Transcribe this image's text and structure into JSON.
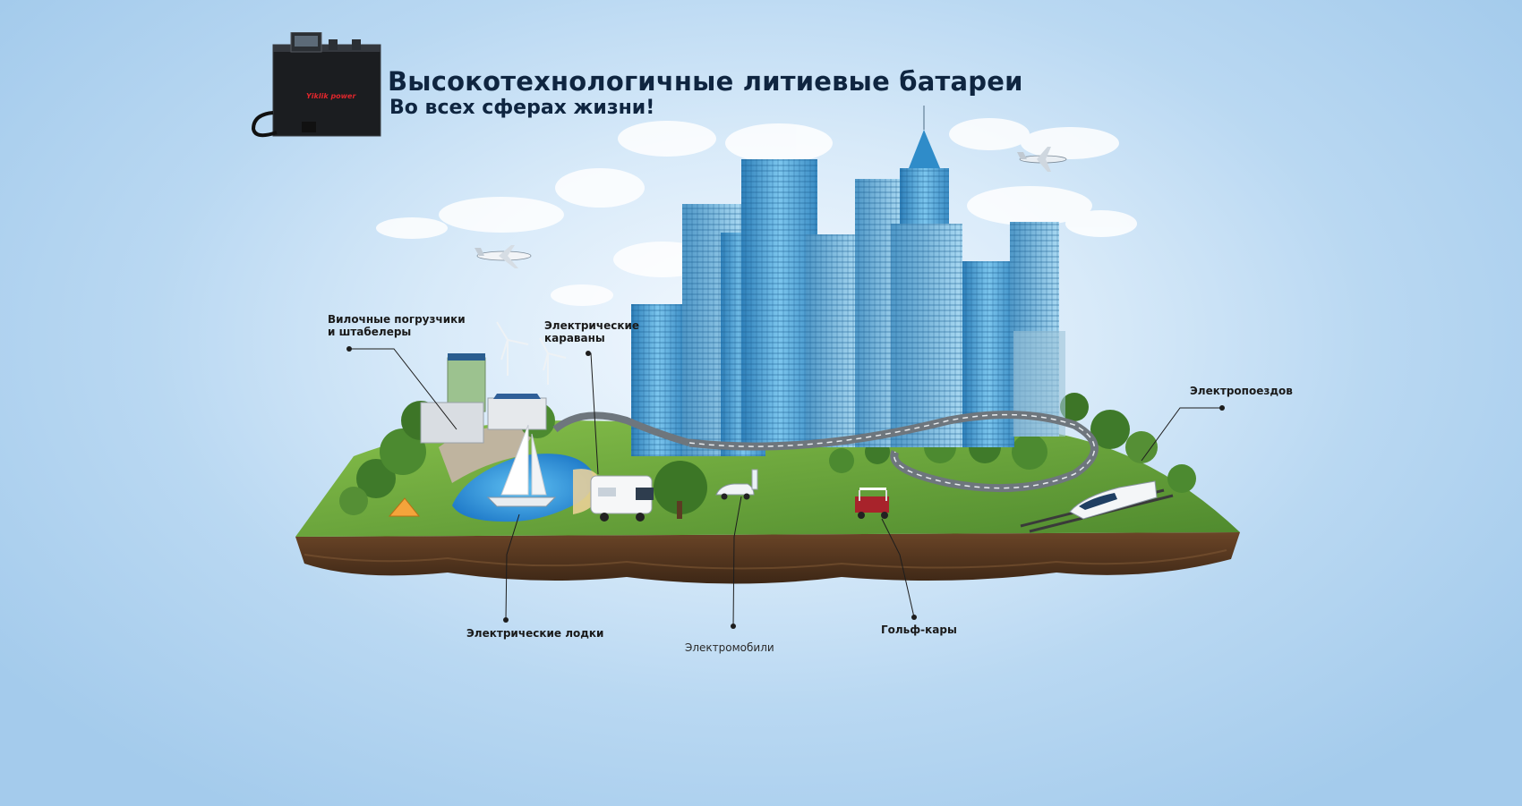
{
  "header": {
    "title": "Высокотехнологичные литиевые батареи",
    "subtitle": "Во всех сферах жизни!"
  },
  "product": {
    "brand": "Yiklik power"
  },
  "callouts": {
    "forklifts": {
      "line1": "Вилочные погрузчики",
      "line2": "и штабелеры"
    },
    "caravans": {
      "line1": "Электрические",
      "line2": "караваны"
    },
    "trains": "Электропоездов",
    "boats": "Электрические лодки",
    "ev": "Электромобили",
    "golf": "Гольф-кары"
  },
  "colors": {
    "title": "#0f2540",
    "background": "#b9d8f2",
    "grass": "#6fa83e",
    "soil": "#5b3b22",
    "water": "#2f8fd8",
    "glass": "#4fa6d8"
  },
  "icons": [
    "battery-icon",
    "airplane-icon",
    "business-jet-icon",
    "train-icon",
    "sailboat-icon",
    "caravan-icon",
    "golf-cart-icon",
    "car-icon",
    "wind-turbine-icon"
  ]
}
